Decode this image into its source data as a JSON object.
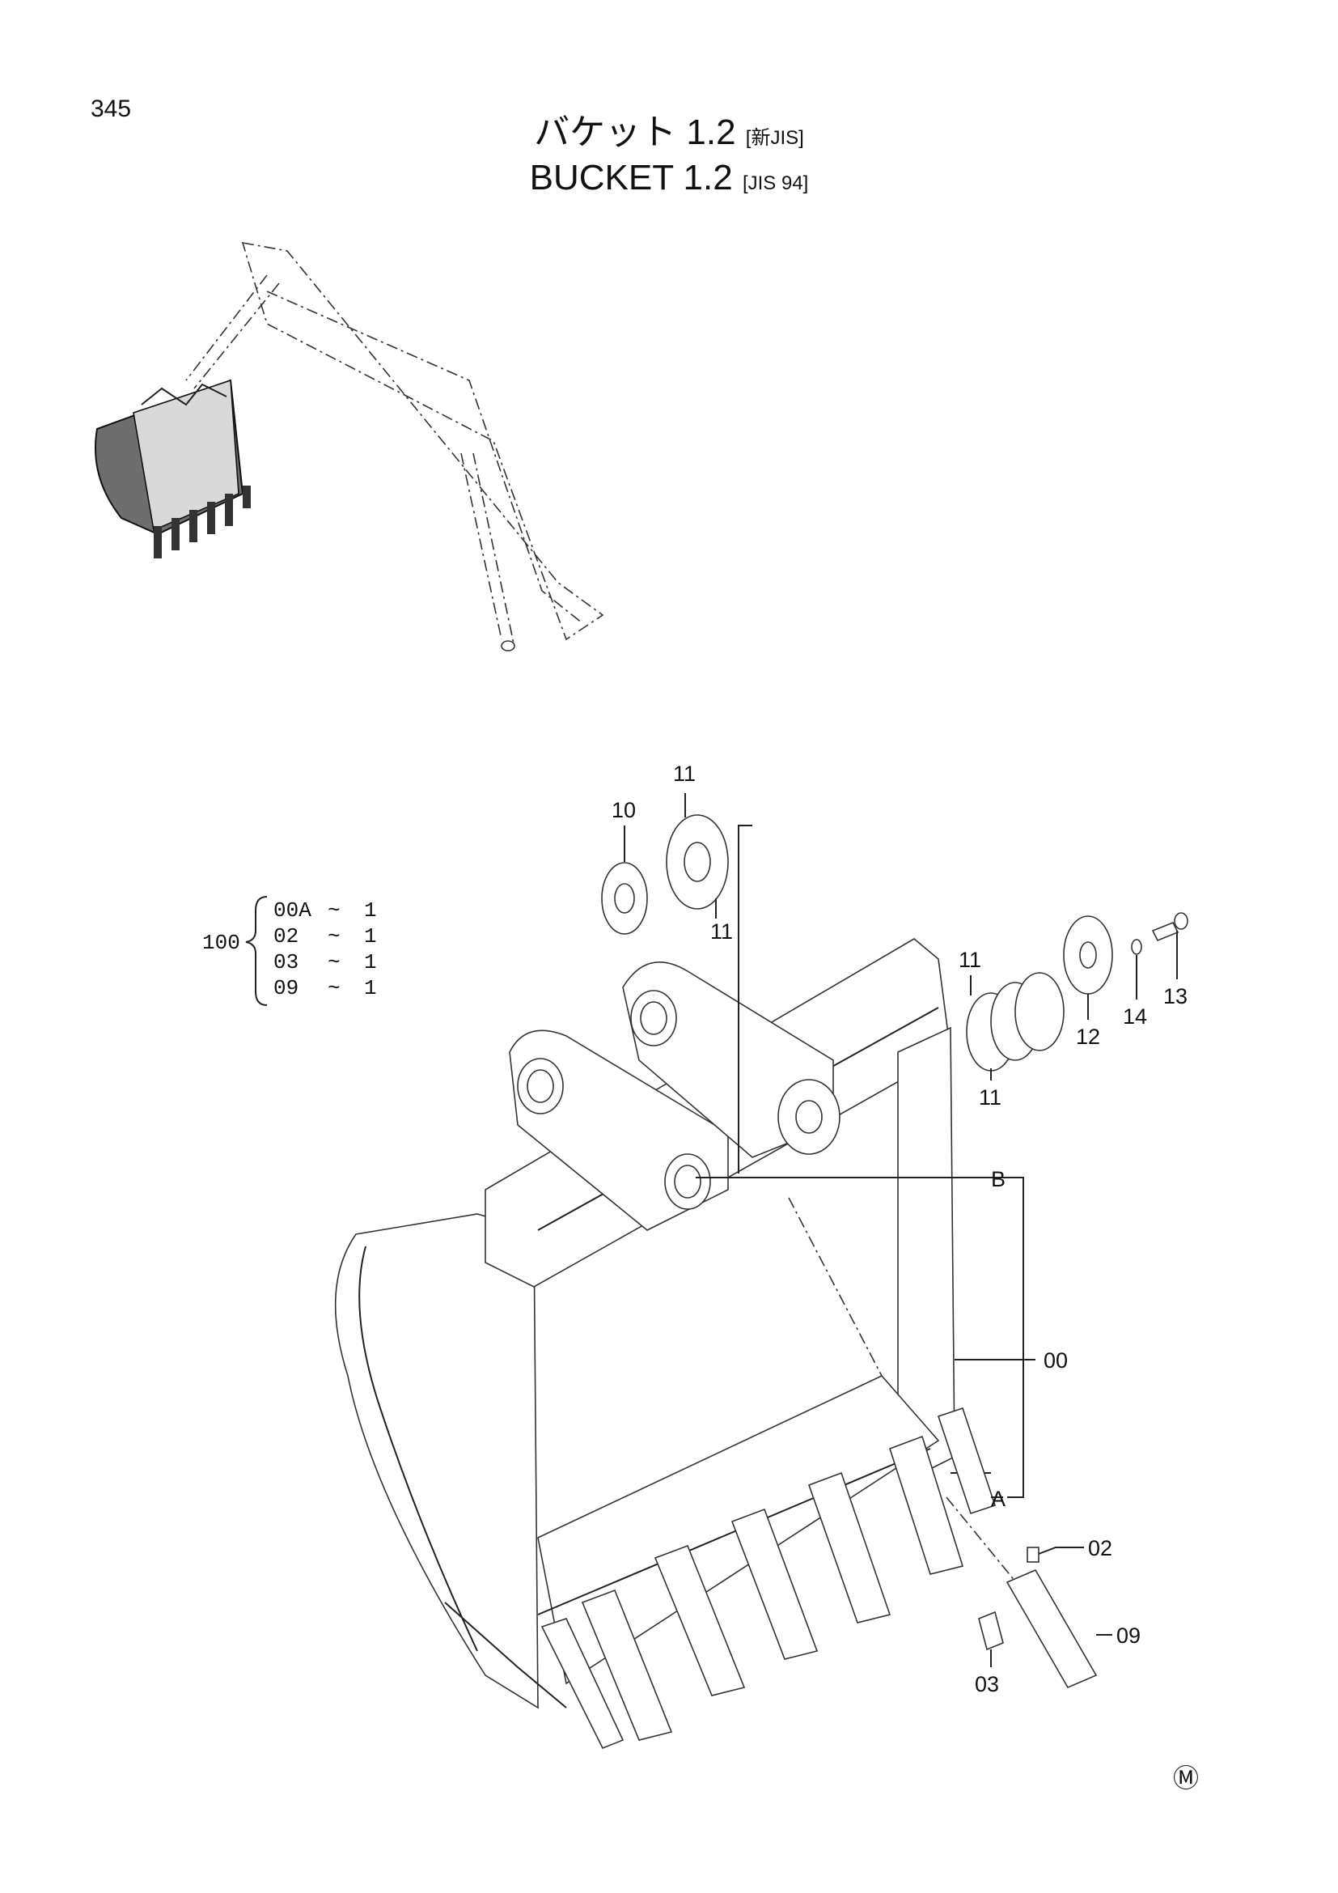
{
  "page_number": "345",
  "title": {
    "jp_main": "バケット 1.2",
    "jp_std": "[新JIS]",
    "en_main": "BUCKET 1.2",
    "en_std": "[JIS 94]"
  },
  "kit": {
    "id": "100",
    "items": [
      {
        "code": "00A",
        "sep": "~",
        "qty": "1"
      },
      {
        "code": "02",
        "sep": "~",
        "qty": "1"
      },
      {
        "code": "03",
        "sep": "~",
        "qty": "1"
      },
      {
        "code": "09",
        "sep": "~",
        "qty": "1"
      }
    ]
  },
  "callouts": {
    "c00": "00",
    "c02": "02",
    "c03": "03",
    "c09": "09",
    "c10": "10",
    "c11a": "11",
    "c11b": "11",
    "c11c": "11",
    "c11d": "11",
    "c12": "12",
    "c13": "13",
    "c14": "14",
    "refA": "A",
    "refB": "B"
  },
  "mark": "Ⓜ"
}
